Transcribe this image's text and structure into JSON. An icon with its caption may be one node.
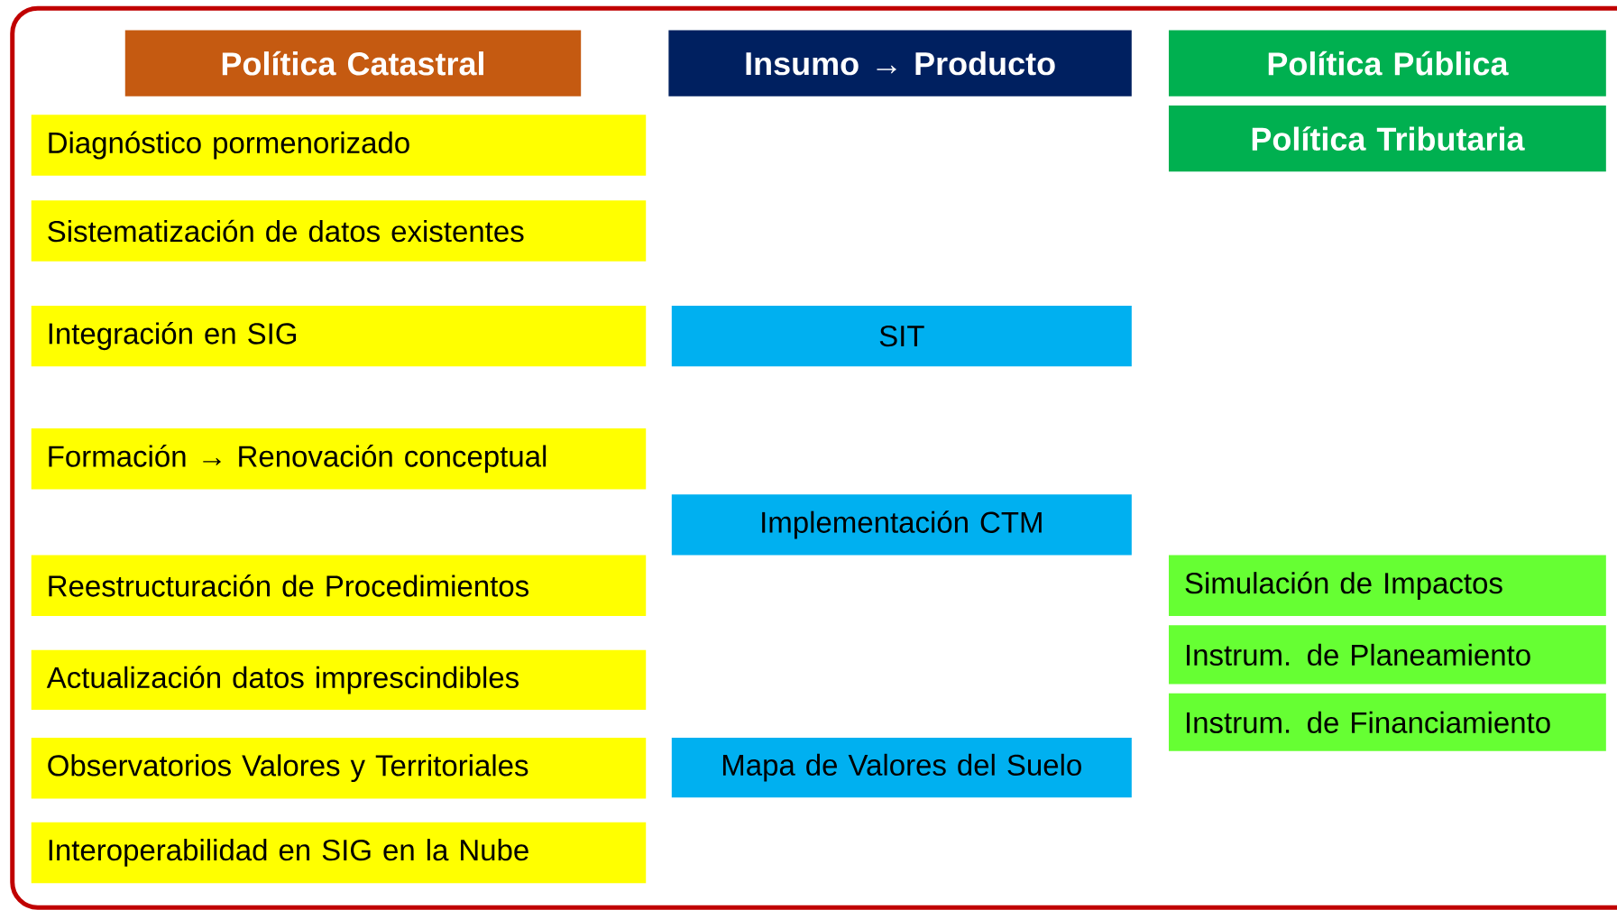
{
  "diagram": {
    "nodes": [
      {
        "text": [
          "Política Catastral"
        ]
      },
      {
        "text": [
          "Insumo → Producto"
        ]
      },
      {
        "text": [
          "Política Pública"
        ]
      },
      {
        "text": [
          "Política Tributaria"
        ]
      },
      {
        "text": [
          "Diagnóstico pormenorizado"
        ]
      },
      {
        "text": [
          "Sistematización de datos existentes"
        ]
      },
      {
        "text": [
          "Integración en SIG"
        ]
      },
      {
        "text": [
          "SIT"
        ]
      },
      {
        "text": [
          "Formación → Renovación conceptual"
        ]
      },
      {
        "text": [
          "Implementación CTM"
        ]
      },
      {
        "text": [
          "Reestructuración de Procedimientos"
        ]
      },
      {
        "text": [
          "Simulación de Impactos"
        ]
      },
      {
        "text": [
          "Actualización datos imprescindibles"
        ]
      },
      {
        "text": [
          "Instrum. de Planeamiento"
        ]
      },
      {
        "text": [
          "Instrum. de Financiamiento"
        ]
      },
      {
        "text": [
          "Observatorios Valores y Territoriales"
        ]
      },
      {
        "text": [
          "Mapa de Valores del Suelo"
        ]
      },
      {
        "text": [
          "Interoperabilidad en SIG en la Nube"
        ]
      }
    ]
  }
}
